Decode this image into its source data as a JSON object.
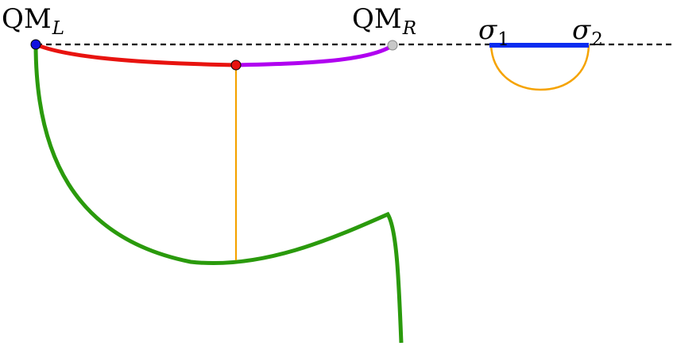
{
  "labels": {
    "qm_left": {
      "main": "QM",
      "sub": "L"
    },
    "qm_right": {
      "main": "QM",
      "sub": "R"
    },
    "sigma_1": {
      "main": "σ",
      "sub": "1"
    },
    "sigma_2": {
      "main": "σ",
      "sub": "2"
    }
  },
  "colors": {
    "boundary_line": "#000000",
    "red_curve": "#e8130f",
    "purple_curve": "#b000f0",
    "green_curve": "#2a9a0c",
    "orange_line": "#f5a300",
    "blue_segment": "#0a2cf0",
    "left_point": "#1010e0",
    "mid_point": "#e8130f",
    "right_point": "#c8c8c8"
  }
}
